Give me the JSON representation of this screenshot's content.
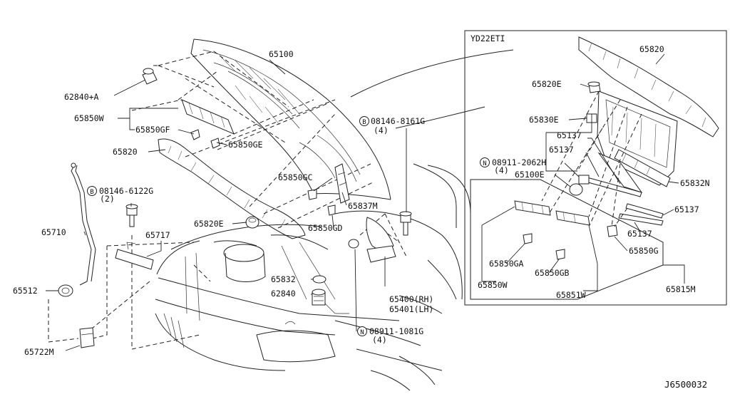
{
  "diagram_code": "J6500032",
  "inset_title": "YD22ETI",
  "main_labels": [
    {
      "id": "l65100",
      "text": "65100"
    },
    {
      "id": "l62840a",
      "text": "62840+A"
    },
    {
      "id": "l65850w",
      "text": "65850W"
    },
    {
      "id": "l65850gf",
      "text": "65850GF"
    },
    {
      "id": "l65850ge",
      "text": "65850GE"
    },
    {
      "id": "l65820",
      "text": "65820"
    },
    {
      "id": "l08146_8161g",
      "text": "08146-8161G"
    },
    {
      "id": "l4a",
      "text": "(4)"
    },
    {
      "id": "l08146_6122g",
      "text": "08146-6122G"
    },
    {
      "id": "l2",
      "text": "(2)"
    },
    {
      "id": "l65850gc",
      "text": "65850GC"
    },
    {
      "id": "l65837m",
      "text": "65837M"
    },
    {
      "id": "l65710",
      "text": "65710"
    },
    {
      "id": "l65717",
      "text": "65717"
    },
    {
      "id": "l65820e",
      "text": "65820E"
    },
    {
      "id": "l65850gd",
      "text": "65850GD"
    },
    {
      "id": "l65832",
      "text": "65832"
    },
    {
      "id": "l62840",
      "text": "62840"
    },
    {
      "id": "l65512",
      "text": "65512"
    },
    {
      "id": "l65400",
      "text": "65400(RH)"
    },
    {
      "id": "l65401",
      "text": "65401(LH)"
    },
    {
      "id": "l08911_1081g",
      "text": "08911-1081G"
    },
    {
      "id": "l4b",
      "text": "(4)"
    },
    {
      "id": "l65722m",
      "text": "65722M"
    }
  ],
  "inset_labels": [
    {
      "id": "i65820",
      "text": "65820"
    },
    {
      "id": "i65820e",
      "text": "65820E"
    },
    {
      "id": "i65830e",
      "text": "65830E"
    },
    {
      "id": "i65137a",
      "text": "65137"
    },
    {
      "id": "i65137b",
      "text": "65137"
    },
    {
      "id": "i08911_2062h",
      "text": "08911-2062H"
    },
    {
      "id": "i4",
      "text": "(4)"
    },
    {
      "id": "i65100e",
      "text": "65100E"
    },
    {
      "id": "i65832n",
      "text": "65832N"
    },
    {
      "id": "i65137c",
      "text": "65137"
    },
    {
      "id": "i65137d",
      "text": "65137"
    },
    {
      "id": "i65850g",
      "text": "65850G"
    },
    {
      "id": "i65850ga",
      "text": "65850GA"
    },
    {
      "id": "i65850gb",
      "text": "65850GB"
    },
    {
      "id": "i65850w",
      "text": "65850W"
    },
    {
      "id": "i65851w",
      "text": "65851W"
    },
    {
      "id": "i65815m",
      "text": "65815M"
    }
  ],
  "circle_markers": [
    {
      "id": "mB1",
      "text": "B"
    },
    {
      "id": "mB2",
      "text": "B"
    },
    {
      "id": "mN1",
      "text": "N"
    },
    {
      "id": "mN2",
      "text": "N"
    }
  ]
}
